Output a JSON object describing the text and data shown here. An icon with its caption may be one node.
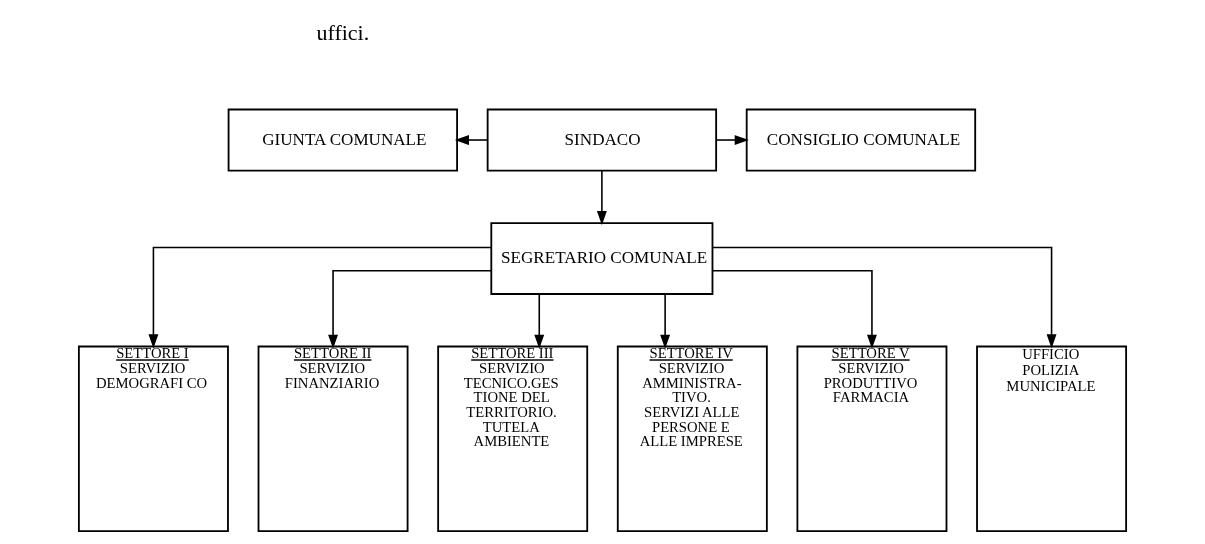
{
  "diagram": {
    "nodes": [
      {
        "text": [
          "GIUNTA COMUNALE"
        ]
      },
      {
        "text": [
          "SINDACO"
        ]
      },
      {
        "text": [
          "CONSIGLIO COMUNALE"
        ]
      },
      {
        "text": [
          "SEGRETARIO COMUNALE"
        ]
      },
      {
        "text": [
          "SETTORE I",
          "SERVIZIO DEMOGRAFI CO"
        ]
      },
      {
        "text": [
          "SETTORE II",
          "SERVIZIO FINANZIARIO"
        ]
      },
      {
        "text": [
          "SETTORE III",
          "SERVIZIO TECNICO.GES TIONE DEL TERRITORIO. TUTELA AMBIENTE"
        ]
      },
      {
        "text": [
          "SETTORE IV",
          "SERVIZIO AMMINISTRA- TIVO. SERVIZI ALLE PERSONE E ALLE IMPRESE"
        ]
      },
      {
        "text": [
          "SETTORE V",
          "SERVIZIO PRODUTTIVO FARMACIA"
        ]
      },
      {
        "text": [
          "UFFICIO POLIZIA MUNICIPALE"
        ]
      }
    ],
    "edges": [
      {
        "from": 1,
        "to": 0,
        "arrow": "to"
      },
      {
        "from": 1,
        "to": 2,
        "arrow": "to"
      },
      {
        "from": 1,
        "to": 3,
        "arrow": "to"
      },
      {
        "from": 3,
        "to": 4,
        "arrow": "to"
      },
      {
        "from": 3,
        "to": 5,
        "arrow": "to"
      },
      {
        "from": 3,
        "to": 6,
        "arrow": "to"
      },
      {
        "from": 3,
        "to": 7,
        "arrow": "to"
      },
      {
        "from": 3,
        "to": 8,
        "arrow": "to"
      },
      {
        "from": 3,
        "to": 9,
        "arrow": "to"
      }
    ],
    "labels": [
      "uffici."
    ]
  }
}
